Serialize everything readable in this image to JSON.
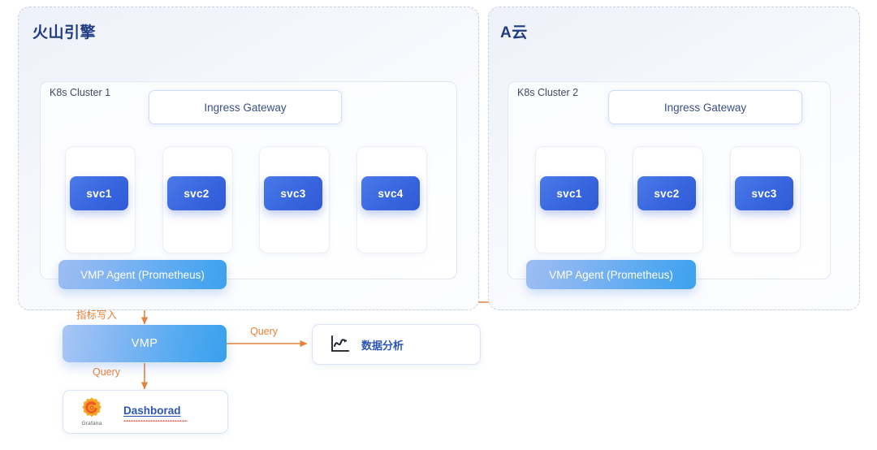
{
  "panels": [
    {
      "title": "火山引擎"
    },
    {
      "title": "A云"
    }
  ],
  "clusters": [
    {
      "label": "K8s Cluster 1",
      "gateway": "Ingress Gateway",
      "services": [
        "svc1",
        "svc2",
        "svc3",
        "svc4"
      ],
      "agent": "VMP Agent (Prometheus)"
    },
    {
      "label": "K8s Cluster 2",
      "gateway": "Ingress Gateway",
      "services": [
        "svc1",
        "svc2",
        "svc3"
      ],
      "agent": "VMP Agent (Prometheus)"
    }
  ],
  "vmp": {
    "label": "VMP"
  },
  "analytics": {
    "label": "数据分析",
    "icon": "line-chart-icon"
  },
  "dashboard": {
    "vendor": "Grafana",
    "label": "Dashborad",
    "icon": "grafana-logo-icon"
  },
  "edges": {
    "metrics_write": "指标写入",
    "query_right": "Query",
    "query_down": "Query"
  },
  "colors": {
    "accent_orange": "#e8803a",
    "service_blue": "#3a68e0",
    "vmp_blue": "#53a9f0",
    "title_blue": "#1f3b82",
    "link_blue": "#2b55b5",
    "wire_gray": "#9aa3b2"
  }
}
